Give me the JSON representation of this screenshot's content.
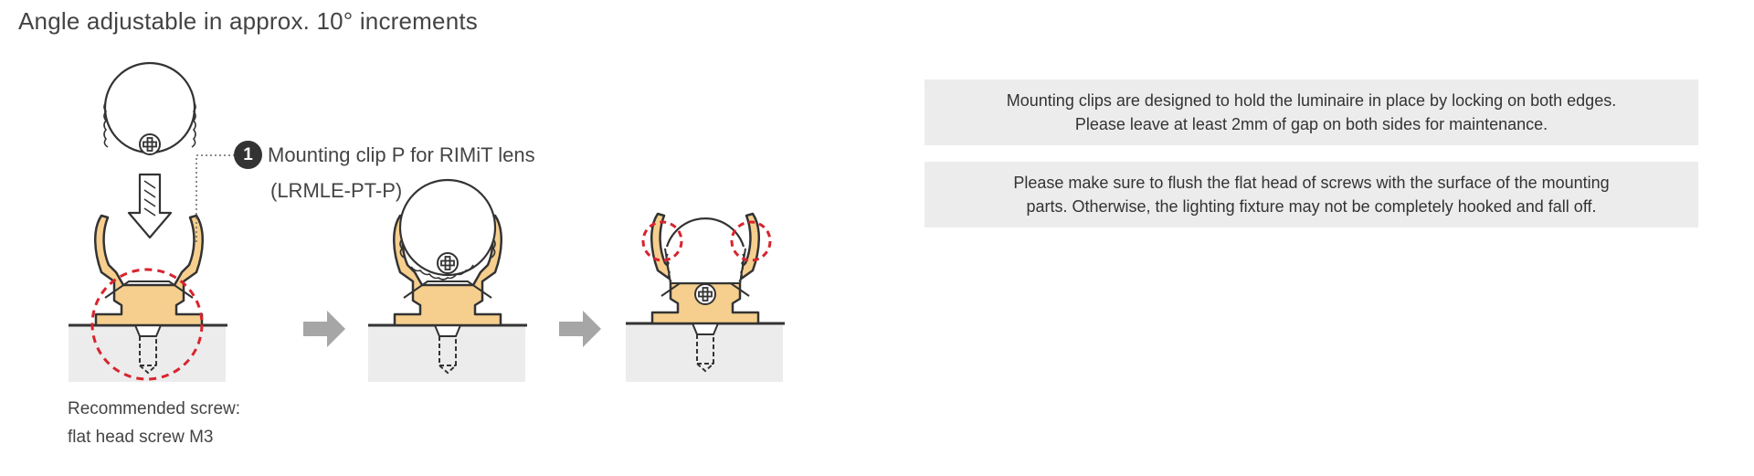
{
  "title": "Angle adjustable in approx. 10° increments",
  "callout": {
    "number": "1",
    "label": "Mounting clip P for RIMiT lens",
    "code": "(LRMLE-PT-P)"
  },
  "screw_note": {
    "line1": "Recommended screw:",
    "line2": "flat head screw M3"
  },
  "info_boxes": [
    {
      "line1": "Mounting clips  are designed to hold the luminaire in place by locking on both edges.",
      "line2": "Please leave at least 2mm of gap on both sides for maintenance."
    },
    {
      "line1": "Please make sure to flush the flat head of screws with the surface of the mounting",
      "line2": "parts. Otherwise, the lighting fixture may not be completely hooked and fall off."
    }
  ],
  "colors": {
    "clip": "#f6cf8e",
    "outline": "#333333",
    "mounting_surface": "#ececec",
    "highlight": "#d9232d",
    "arrow": "#a6a6a6"
  }
}
